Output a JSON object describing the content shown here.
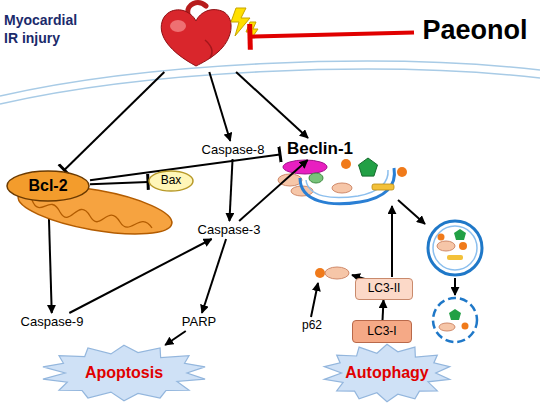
{
  "diagram": {
    "nodes": [
      {
        "text": [
          "Myocardial IR injury"
        ]
      },
      {
        "text": [
          "Paeonol"
        ]
      },
      {
        "text": [
          "Bcl-2"
        ]
      },
      {
        "text": [
          "Beclin-1"
        ]
      },
      {
        "text": [
          "Bax"
        ]
      },
      {
        "text": [
          "Caspase-8"
        ]
      },
      {
        "text": [
          "Caspase-3"
        ]
      },
      {
        "text": [
          "p62"
        ]
      },
      {
        "text": [
          "LC3-II"
        ]
      },
      {
        "text": [
          "LC3-I"
        ]
      },
      {
        "text": [
          "Caspase-9"
        ]
      },
      {
        "text": [
          "PARP"
        ]
      },
      {
        "text": [
          "Apoptosis"
        ]
      },
      {
        "text": [
          "Autophagy"
        ]
      }
    ],
    "edges": [
      {
        "from": 1,
        "to": 0,
        "arrow": "to"
      },
      {
        "from": 0,
        "to": 2,
        "arrow": "to"
      },
      {
        "from": 0,
        "to": 5,
        "arrow": "to"
      },
      {
        "from": 0,
        "to": 3,
        "arrow": "to"
      },
      {
        "from": 2,
        "to": 3,
        "arrow": "to"
      },
      {
        "from": 2,
        "to": 4,
        "arrow": "to"
      },
      {
        "from": 2,
        "to": 10,
        "arrow": "to"
      },
      {
        "from": 5,
        "to": 6,
        "arrow": "to"
      },
      {
        "from": 10,
        "to": 6,
        "arrow": "to"
      },
      {
        "from": 6,
        "to": 3,
        "arrow": "to"
      },
      {
        "from": 6,
        "to": 11,
        "arrow": "to"
      },
      {
        "from": 11,
        "to": 12,
        "arrow": "to"
      },
      {
        "from": 9,
        "to": 8,
        "arrow": "to"
      }
    ]
  }
}
